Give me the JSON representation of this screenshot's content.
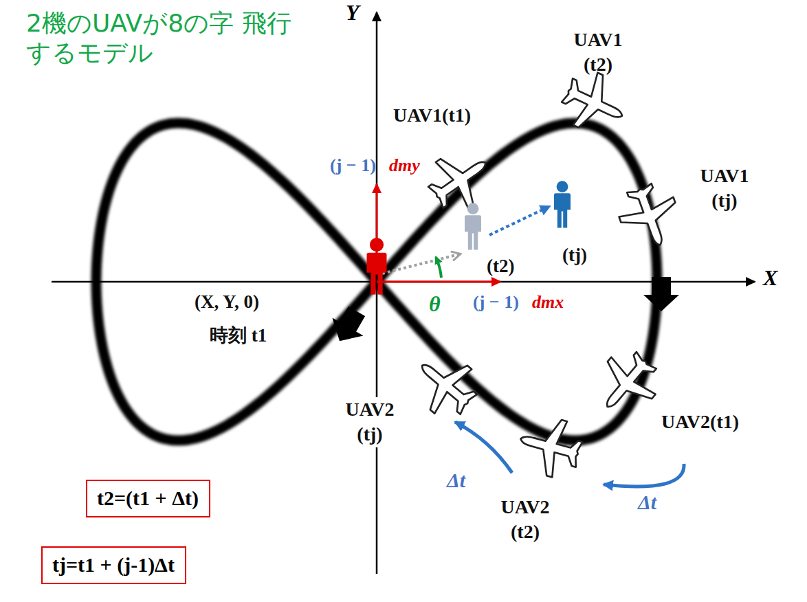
{
  "diagram": {
    "title": "2機のUAVが8の字 飛行するモデル",
    "nodes": [
      {
        "text": [
          "t2=(t1 + Δt)"
        ]
      },
      {
        "text": [
          "tj=t1 + (j-1)Δt"
        ]
      }
    ],
    "labels": [
      "Y",
      "X",
      "UAV1 (t2)",
      "UAV1(t1)",
      "UAV1 (tj)",
      "(tj)",
      "(t2)",
      "(j − 1)",
      "dmy",
      "θ",
      "(j − 1)",
      "dmx",
      "(X, Y, 0)",
      "時刻 t1",
      "UAV2 (tj)",
      "UAV2(t1)",
      "Δt",
      "Δt",
      "UAV2 (t2)"
    ]
  }
}
